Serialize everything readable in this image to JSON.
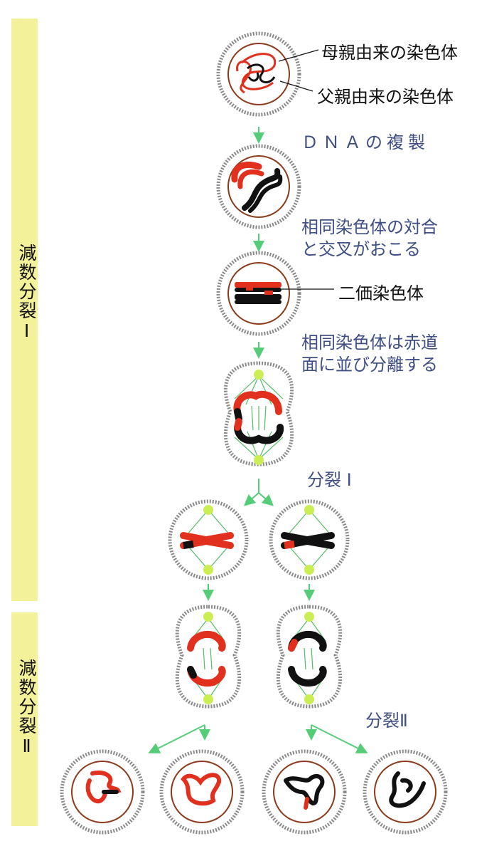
{
  "side_labels": {
    "meiosis_1": "減数分裂Ⅰ",
    "meiosis_2": "減数分裂Ⅱ"
  },
  "labels": {
    "maternal": "母親由来の染色体",
    "paternal": "父親由来の染色体",
    "dna_replication": "ＤＮＡの複製",
    "synapsis": "相同染色体の対合\nと交叉がおこる",
    "bivalent": "二価染色体",
    "alignment": "相同染色体は赤道\n面に並び分離する",
    "division_1": "分裂 Ⅰ",
    "division_2": "分裂Ⅱ"
  },
  "colors": {
    "band": "#f3f29b",
    "maternal_chromosome": "#e2301e",
    "paternal_chromosome": "#111111",
    "cell_wall": "#8a8a8a",
    "nucleus": "#8b3a1a",
    "spindle": "#55bb66",
    "centrosome": "#ccee55",
    "arrow": "#55cc77",
    "annotation": "#3f4f86"
  }
}
